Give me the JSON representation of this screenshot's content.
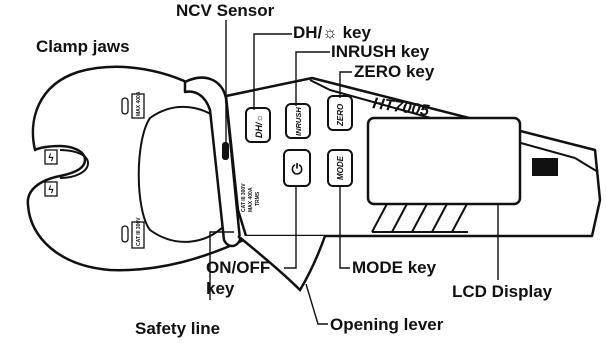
{
  "callouts": {
    "ncv_sensor": "NCV Sensor",
    "dh_key": "DH/☼ key",
    "inrush_key": "INRUSH key",
    "zero_key": "ZERO key",
    "clamp_jaws": "Clamp jaws",
    "onoff_key_line1": "ON/OFF",
    "onoff_key_line2": "key",
    "mode_key": "MODE key",
    "lcd_display": "LCD Display",
    "safety_line": "Safety line",
    "opening_lever": "Opening lever"
  },
  "device": {
    "brand": "HT7005",
    "logo": "HT",
    "btn_dh": "DH/☼",
    "btn_inrush": "INRUSH",
    "btn_zero": "ZERO",
    "btn_mode": "MODE",
    "power_icon": "⏻",
    "rating_line1": "CAT III 300V",
    "rating_line2": "MAX 400A",
    "rating_line3": "TRMS",
    "jaw_max_upper": "MAX 400A",
    "jaw_cat_lower": "CAT III 300V",
    "hazard_symbol": "ϟ"
  }
}
